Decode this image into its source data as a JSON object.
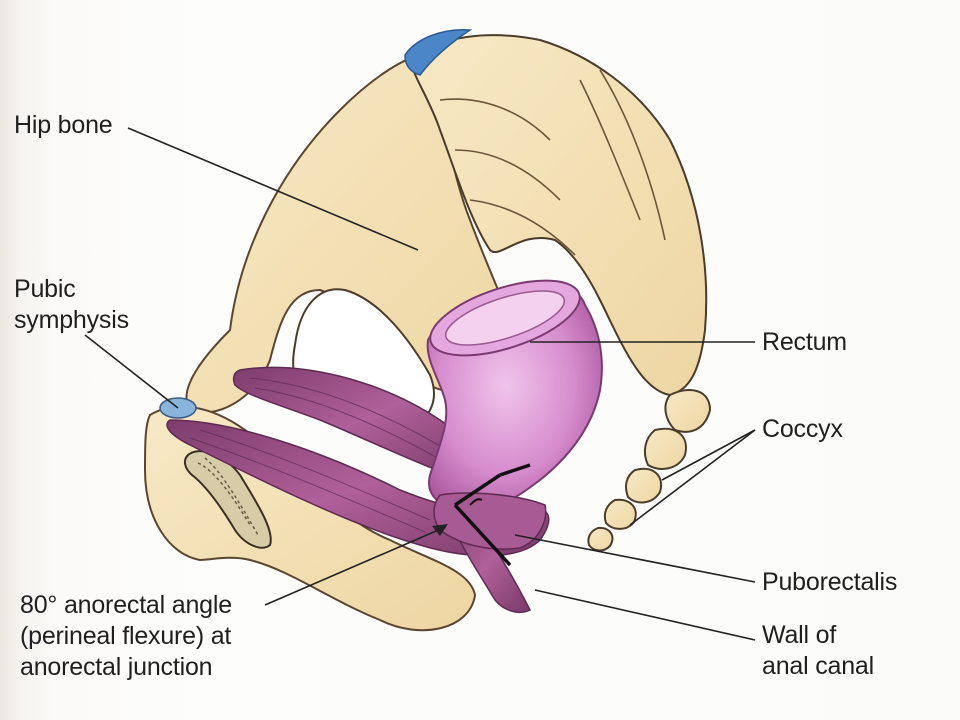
{
  "labels": {
    "hip_bone": "Hip bone",
    "pubic_symphysis": "Pubic\nsymphysis",
    "rectum": "Rectum",
    "coccyx": "Coccyx",
    "puborectalis": "Puborectalis",
    "wall_of_anal_canal": "Wall of\nanal canal",
    "anorectal_angle": "80° anorectal angle\n(perineal flexure) at\nanorectal junction"
  },
  "colors": {
    "bone": "#f2dfb0",
    "bone_outline": "#4a3b2a",
    "cartilage": "#4a86c8",
    "muscle": "#9a4a82",
    "rectum": "#d890cf",
    "leader_line": "#222222"
  }
}
